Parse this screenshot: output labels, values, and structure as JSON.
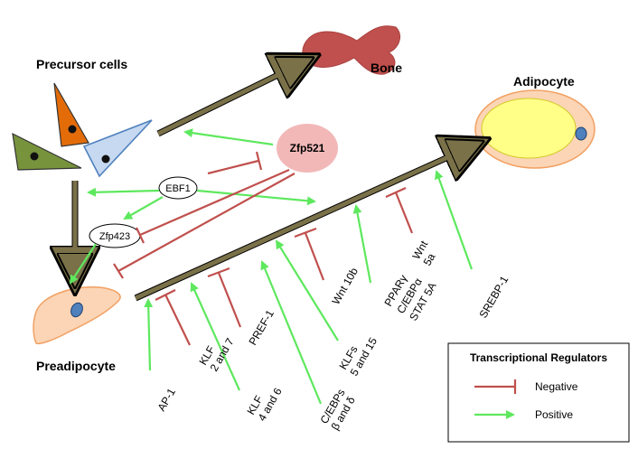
{
  "labels": {
    "precursor": "Precursor cells",
    "bone": "Bone",
    "adipocyte": "Adipocyte",
    "preadipocyte": "Preadipocyte",
    "zfp521": "Zfp521",
    "ebf1": "EBF1",
    "zfp423": "Zfp423"
  },
  "regulators": {
    "ap1": "AP-1",
    "klf27": [
      "KLF",
      "2 and 7"
    ],
    "klf46": [
      "KLF",
      "4 and 6"
    ],
    "pref1": "PREF-1",
    "cebp": [
      "C/EBPs",
      "β and δ"
    ],
    "klfs": [
      "KLFs",
      "5 and 15"
    ],
    "wnt10b": "Wnt 10b",
    "ppar": [
      "PPARγ",
      "C/EBPα",
      "STAT 5A"
    ],
    "wnt5a": [
      "Wnt",
      "5a"
    ],
    "srebp1": "SREBP-1"
  },
  "legend": {
    "title": "Transcriptional Regulators",
    "negative": "Negative",
    "positive": "Positive"
  },
  "colors": {
    "positive": "#5ee85e",
    "negative": "#c0504d",
    "thick": "#7a7149",
    "bone": "#c0504d",
    "zfp521": "#f2b8b8"
  }
}
